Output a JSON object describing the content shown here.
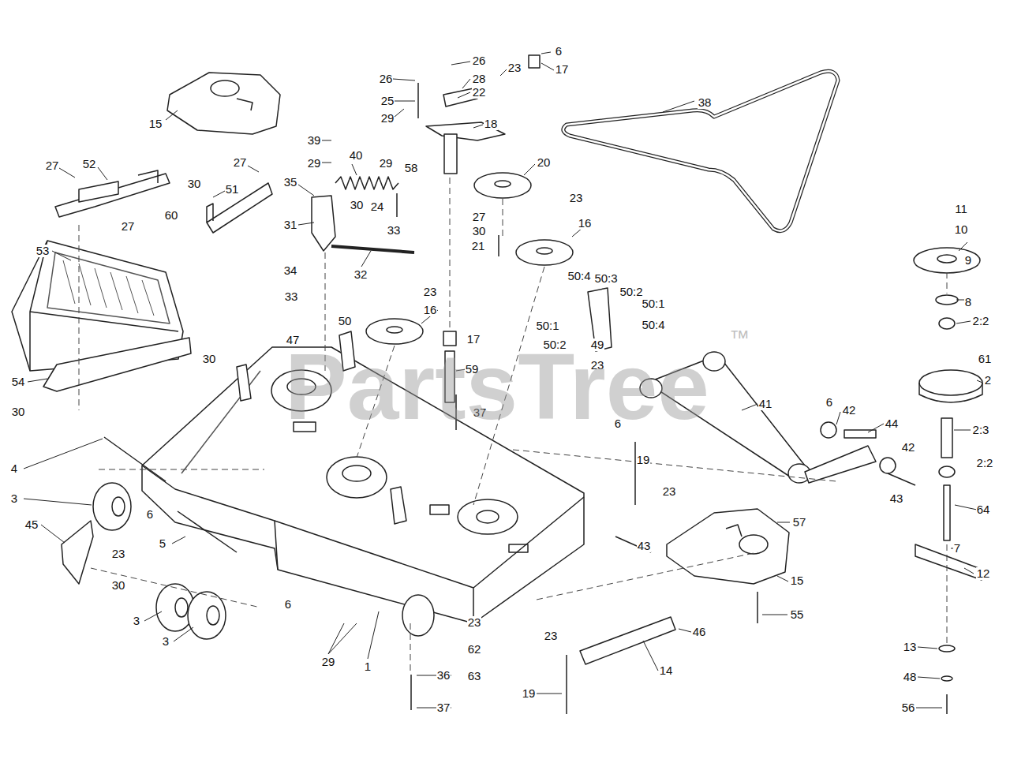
{
  "diagram": {
    "labels": [
      "6",
      "26",
      "23",
      "17",
      "26",
      "28",
      "22",
      "25",
      "29",
      "18",
      "38",
      "15",
      "39",
      "29",
      "40",
      "29",
      "58",
      "20",
      "27",
      "52",
      "27",
      "35",
      "30",
      "30",
      "51",
      "27",
      "23",
      "11",
      "60",
      "27",
      "24",
      "31",
      "16",
      "33",
      "30",
      "10",
      "53",
      "21",
      "32",
      "50:4",
      "50:3",
      "50:2",
      "50:1",
      "9",
      "34",
      "33",
      "23",
      "16",
      "8",
      "50:1",
      "50:4",
      "47",
      "50",
      "50:2",
      "2:2",
      "17",
      "49",
      "30",
      "61",
      "23",
      "2",
      "54",
      "41",
      "6",
      "59",
      "37",
      "42",
      "44",
      "30",
      "6",
      "2:3",
      "4",
      "19",
      "42",
      "3",
      "23",
      "2:2",
      "6",
      "43",
      "64",
      "45",
      "57",
      "43",
      "7",
      "23",
      "5",
      "30",
      "12",
      "15",
      "55",
      "6",
      "3",
      "3",
      "23",
      "23",
      "46",
      "29",
      "1",
      "62",
      "13",
      "36",
      "63",
      "14",
      "48",
      "19",
      "56",
      "37",
      "PartsTree",
      "™"
    ]
  }
}
